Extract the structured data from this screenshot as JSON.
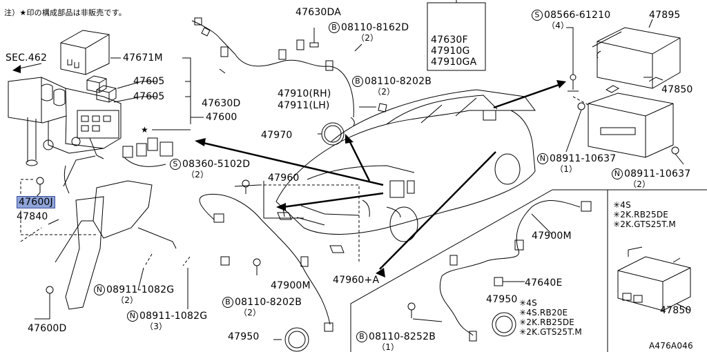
{
  "note": "注）★印の構成部品は非販売です。",
  "sec_ref": "SEC.462",
  "diagram_id": "A476A046",
  "labels": {
    "p47671M": "47671M",
    "p47605a": "47605",
    "p47605b": "47605",
    "p47600": "47600",
    "star_mark": "★",
    "p47630DA": "47630DA",
    "p08110_8162D_code": "08110-8162D",
    "p08110_8162D_qty": "（2）",
    "p47630D": "47630D",
    "p47910RH": "47910(RH)",
    "p47911LH": "47911(LH)",
    "p08110_8202B_top_code": "08110-8202B",
    "p08110_8202B_top_qty": "（2）",
    "p47970": "47970",
    "inset_47630F": "47630F",
    "inset_47910G": "47910G",
    "inset_47910GA": "47910GA",
    "p08566_code": "08566-61210",
    "p08566_qty": "（4）",
    "p47895": "47895",
    "p47850_top": "47850",
    "p08911_10637a_code": "08911-10637",
    "p08911_10637a_qty": "（1）",
    "p08911_10637b_code": "08911-10637",
    "p08911_10637b_qty": "（2）",
    "p08360_code": "08360-5102D",
    "p08360_qty": "（2）",
    "p47960": "47960",
    "p47600_1": "47600J",
    "p47840": "47840",
    "p47900M_left": "47900M",
    "p47960A": "47960+A",
    "p08911_1082G_a_code": "08911-1082G",
    "p08911_1082G_a_qty": "（2）",
    "p08911_1082G_b_code": "08911-1082G",
    "p08911_1082G_b_qty": "（3）",
    "p08110_8202B_bot_code": "08110-8202B",
    "p08110_8202B_bot_qty": "（2）",
    "p47600D": "47600D",
    "p47950_left": "47950",
    "p47900M_right": "47900M",
    "p47640E": "47640E",
    "p47950_right": "47950",
    "p08110_8252B_code": "08110-8252B",
    "p08110_8252B_qty": "（1）",
    "p47850_bot": "47850",
    "sym_S": "S",
    "sym_B": "B",
    "sym_N": "N"
  },
  "applicability_top": [
    "✳4S",
    "✳2K.RB25DE",
    "✳2K.GTS25T.M"
  ],
  "applicability_bottom": [
    "✳4S",
    "✳4S.RB20E",
    "✳2K.RB25DE",
    "✳2K.GTS25T.M"
  ]
}
